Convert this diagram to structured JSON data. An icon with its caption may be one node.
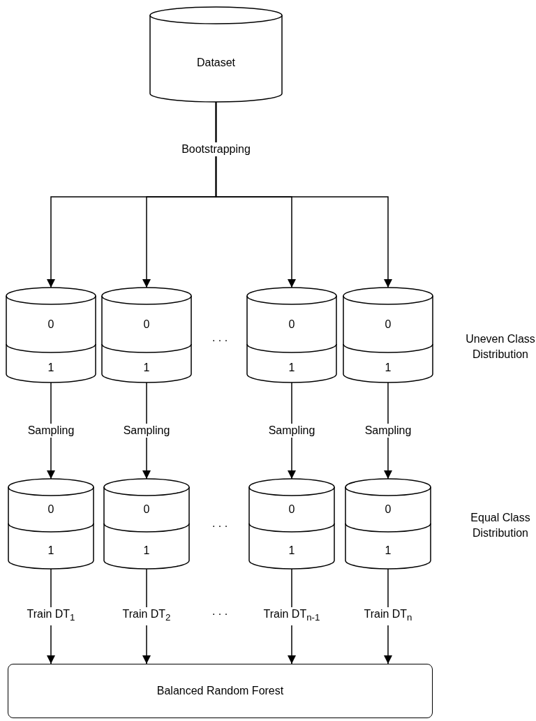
{
  "diagram": {
    "nodes": [
      {
        "text": [
          "Dataset"
        ]
      },
      {
        "text": [
          "0",
          "1"
        ]
      },
      {
        "text": [
          "0",
          "1"
        ]
      },
      {
        "text": [
          "0",
          "1"
        ]
      },
      {
        "text": [
          "0",
          "1"
        ]
      },
      {
        "text": [
          "0",
          "1"
        ]
      },
      {
        "text": [
          "0",
          "1"
        ]
      },
      {
        "text": [
          "0",
          "1"
        ]
      },
      {
        "text": [
          "0",
          "1"
        ]
      },
      {
        "text": [
          "Balanced Random Forest"
        ]
      }
    ],
    "edges": [
      {
        "from": 0,
        "to": 1,
        "arrow": "to",
        "label": "Bootstrapping"
      },
      {
        "from": 0,
        "to": 2,
        "arrow": "to"
      },
      {
        "from": 0,
        "to": 3,
        "arrow": "to"
      },
      {
        "from": 0,
        "to": 4,
        "arrow": "to"
      },
      {
        "from": 1,
        "to": 5,
        "arrow": "to",
        "label": "Sampling"
      },
      {
        "from": 2,
        "to": 6,
        "arrow": "to",
        "label": "Sampling"
      },
      {
        "from": 3,
        "to": 7,
        "arrow": "to",
        "label": "Sampling"
      },
      {
        "from": 4,
        "to": 8,
        "arrow": "to",
        "label": "Sampling"
      },
      {
        "from": 5,
        "to": 9,
        "arrow": "to",
        "label": "Train DT$_{1}$"
      },
      {
        "from": 6,
        "to": 9,
        "arrow": "to",
        "label": "Train DT$_{2}$"
      },
      {
        "from": 7,
        "to": 9,
        "arrow": "to",
        "label": "Train DT$_{n-1}$"
      },
      {
        "from": 8,
        "to": 9,
        "arrow": "to",
        "label": "Train DT$_{n}$"
      }
    ],
    "labels": [
      ". . .",
      "Uneven Class Distribution",
      ". . .",
      "Equal Class Distribution",
      ". . ."
    ]
  }
}
